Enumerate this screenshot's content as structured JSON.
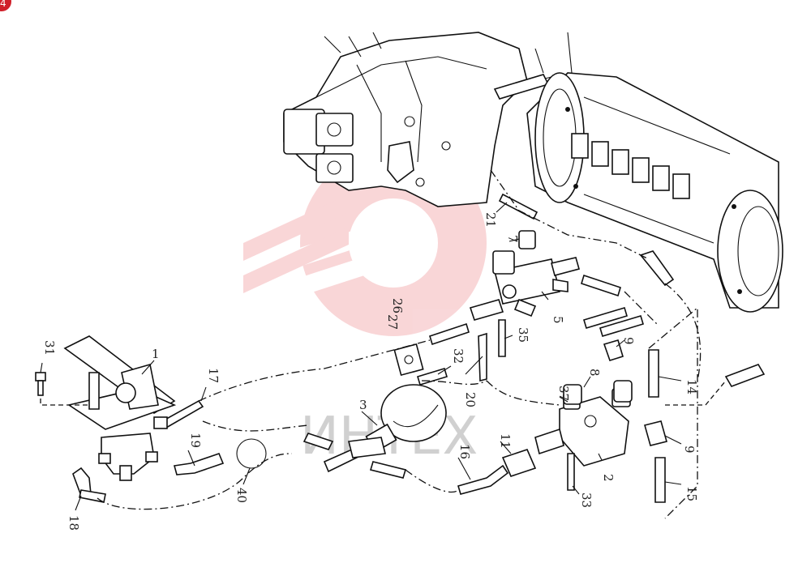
{
  "corner_badge": "4",
  "watermark": "ИНТЕХ",
  "callouts": [
    {
      "id": "c1",
      "text": "1"
    },
    {
      "id": "c2",
      "text": "2"
    },
    {
      "id": "c3",
      "text": "3"
    },
    {
      "id": "c5",
      "text": "5"
    },
    {
      "id": "c7",
      "text": "7"
    },
    {
      "id": "c8",
      "text": "8"
    },
    {
      "id": "c9a",
      "text": "9"
    },
    {
      "id": "c9b",
      "text": "9"
    },
    {
      "id": "c11",
      "text": "11"
    },
    {
      "id": "c14",
      "text": "14"
    },
    {
      "id": "c15",
      "text": "15"
    },
    {
      "id": "c16",
      "text": "16"
    },
    {
      "id": "c17",
      "text": "17"
    },
    {
      "id": "c18",
      "text": "18"
    },
    {
      "id": "c19",
      "text": "19"
    },
    {
      "id": "c20",
      "text": "20"
    },
    {
      "id": "c21",
      "text": "21"
    },
    {
      "id": "c26",
      "text": "26"
    },
    {
      "id": "c27",
      "text": "27"
    },
    {
      "id": "c31",
      "text": "31"
    },
    {
      "id": "c32",
      "text": "32"
    },
    {
      "id": "c33",
      "text": "33"
    },
    {
      "id": "c35",
      "text": "35"
    },
    {
      "id": "c37",
      "text": "37"
    },
    {
      "id": "c40",
      "text": "40"
    }
  ]
}
